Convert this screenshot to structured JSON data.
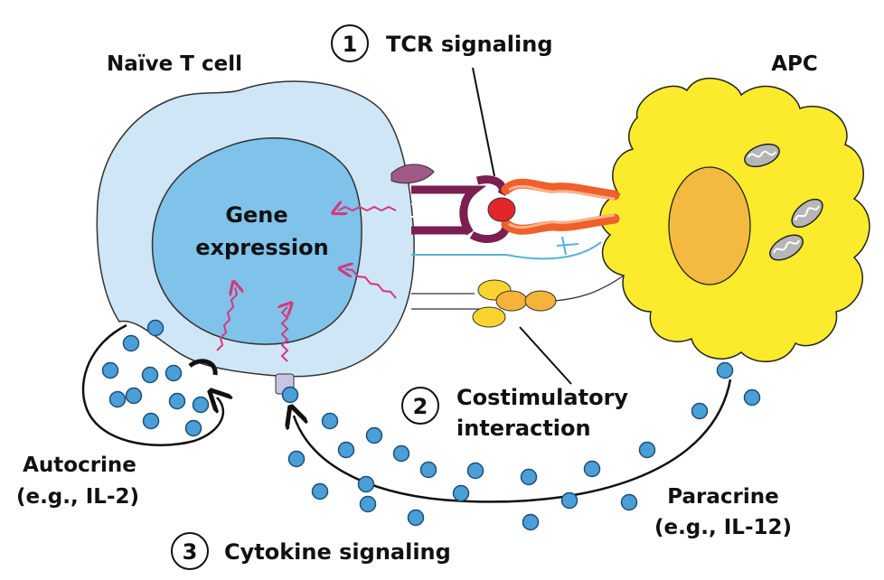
{
  "labels": {
    "naive_t_cell": "Naïve T cell",
    "apc": "APC",
    "gene_line1": "Gene",
    "gene_line2": "expression",
    "autocrine_line1": "Autocrine",
    "autocrine_line2": "(e.g., IL-2)",
    "paracrine_line1": "Paracrine",
    "paracrine_line2": "(e.g., IL-12)"
  },
  "steps": [
    {
      "number": "1",
      "title": "TCR signaling"
    },
    {
      "number": "2",
      "title": "Costimulatory",
      "title_line2": "interaction"
    },
    {
      "number": "3",
      "title": "Cytokine signaling"
    }
  ],
  "colors": {
    "t_cell_membrane": "#cfe6f7",
    "t_cell_nucleus": "#7fc2ea",
    "apc": "#fbeb2c",
    "apc_nucleus": "#f3b940",
    "tcr": "#7a1f4f",
    "mhc": "#f0602a",
    "antigen": "#e3262c",
    "costim": "#f9d431",
    "cytokine": "#4b9fd8",
    "signal_arrow": "#d6387f"
  }
}
